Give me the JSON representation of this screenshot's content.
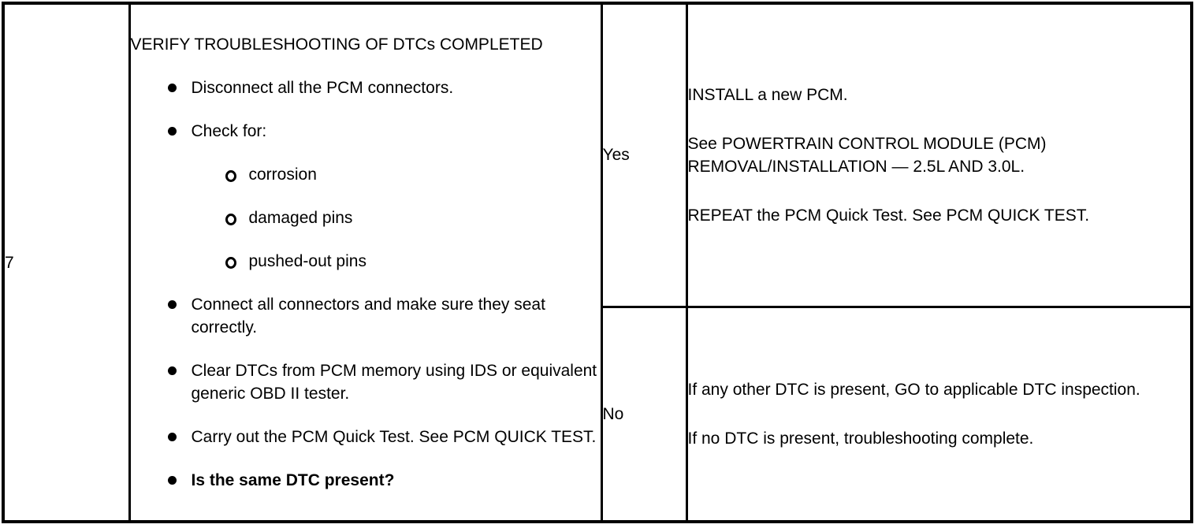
{
  "table": {
    "step": "7",
    "test_step": {
      "title": "VERIFY TROUBLESHOOTING OF DTCs COMPLETED",
      "bullets": [
        {
          "level": 1,
          "bold": false,
          "text": "Disconnect all the PCM connectors."
        },
        {
          "level": 1,
          "bold": false,
          "text": "Check for:"
        },
        {
          "level": 2,
          "bold": false,
          "text": "corrosion"
        },
        {
          "level": 2,
          "bold": false,
          "text": "damaged pins"
        },
        {
          "level": 2,
          "bold": false,
          "text": "pushed-out pins"
        },
        {
          "level": 1,
          "bold": false,
          "text": "Connect all connectors and make sure they seat correctly."
        },
        {
          "level": 1,
          "bold": false,
          "text": "Clear DTCs from PCM memory using IDS or equivalent generic OBD II tester."
        },
        {
          "level": 1,
          "bold": false,
          "text": "Carry out the PCM Quick Test. See PCM QUICK TEST."
        },
        {
          "level": 1,
          "bold": true,
          "text": "Is the same DTC present?"
        }
      ]
    },
    "results": [
      {
        "label": "Yes",
        "actions": [
          "INSTALL a new PCM.",
          "See POWERTRAIN CONTROL MODULE (PCM) REMOVAL/INSTALLATION — 2.5L AND 3.0L.",
          "REPEAT the PCM Quick Test. See PCM QUICK TEST."
        ]
      },
      {
        "label": "No",
        "actions": [
          "If any other DTC is present, GO to applicable DTC inspection.",
          "If no DTC is present, troubleshooting complete."
        ]
      }
    ],
    "colors": {
      "border": "#000000",
      "text": "#000000",
      "background": "#ffffff"
    }
  }
}
